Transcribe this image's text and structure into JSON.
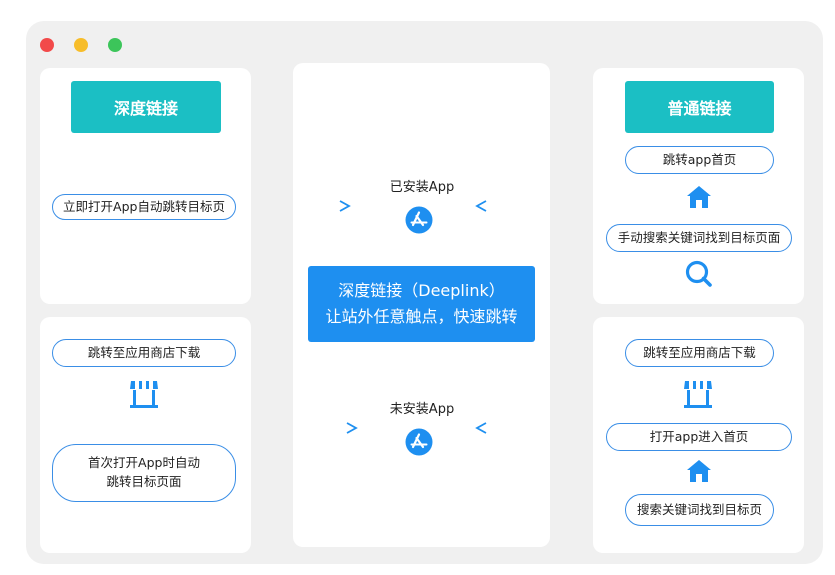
{
  "window_controls": [
    "close",
    "minimize",
    "maximize"
  ],
  "left_top": {
    "header": "深度链接",
    "pill": "立即打开App自动跳转目标页"
  },
  "left_bottom": {
    "pill_top": "跳转至应用商店下载",
    "icon": "store-icon",
    "pill_bottom_line1": "首次打开App时自动",
    "pill_bottom_line2": "跳转目标页面"
  },
  "center": {
    "installed_label": "已安装App",
    "not_installed_label": "未安装App",
    "box_line1": "深度链接（Deeplink）",
    "box_line2": "让站外任意触点，快速跳转",
    "app_icon": "app-store-icon"
  },
  "right_top": {
    "header": "普通链接",
    "pill1": "跳转app首页",
    "icon1": "home-icon",
    "pill2": "手动搜索关键词找到目标页面",
    "icon2": "search-icon"
  },
  "right_bottom": {
    "pill1": "跳转至应用商店下载",
    "icon1": "store-icon",
    "pill2": "打开app进入首页",
    "icon2": "home-icon",
    "pill3": "搜索关键词找到目标页"
  },
  "colors": {
    "teal": "#1bbfc4",
    "blue": "#1e8ff0",
    "border_blue": "#3a8ee6"
  }
}
